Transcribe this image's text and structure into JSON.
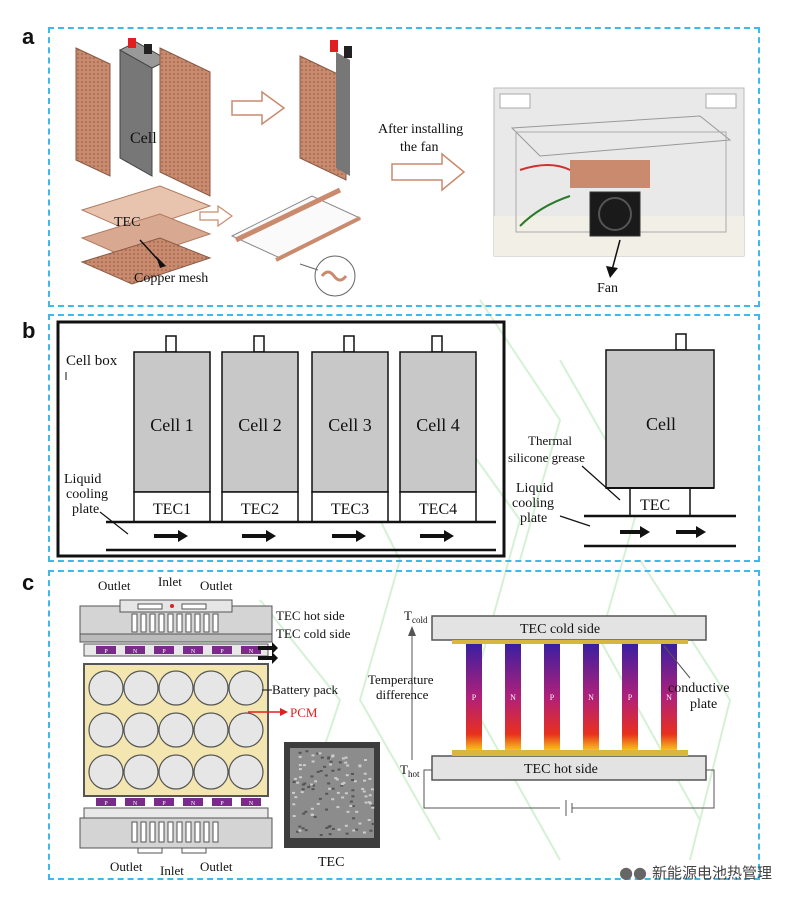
{
  "panels": {
    "a": {
      "label": "a",
      "cell": "Cell",
      "tec": "TEC",
      "copper_mesh": "Copper mesh",
      "after_installing": [
        "After installing",
        "the fan"
      ],
      "fan": "Fan"
    },
    "b": {
      "label": "b",
      "cell_box": "Cell box",
      "cells": [
        "Cell 1",
        "Cell 2",
        "Cell 3",
        "Cell 4"
      ],
      "tecs": [
        "TEC1",
        "TEC2",
        "TEC3",
        "TEC4"
      ],
      "liquid_cooling_plate": [
        "Liquid",
        "cooling",
        "plate"
      ],
      "right_cell": "Cell",
      "right_tec": "TEC",
      "thermal_grease": [
        "Thermal",
        "silicone grease"
      ],
      "right_liquid": [
        "Liquid",
        "cooling",
        "plate"
      ]
    },
    "c": {
      "label": "c",
      "outlet": "Outlet",
      "inlet": "Inlet",
      "tec_hot_side": "TEC hot side",
      "tec_cold_side": "TEC cold side",
      "battery_pack": "Battery pack",
      "pcm": "PCM",
      "tec_photo_label": "TEC",
      "t_cold": "T",
      "t_cold_sub": "cold",
      "t_hot": "T",
      "t_hot_sub": "hot",
      "temp_diff": [
        "Temperature",
        "difference"
      ],
      "cold_plate_label": "TEC cold side",
      "hot_plate_label": "TEC hot side",
      "conductive_plate": [
        "conductive",
        "plate"
      ],
      "pn_labels": [
        "P",
        "N",
        "P",
        "N",
        "P",
        "N"
      ]
    }
  },
  "watermark": "新能源电池热管理",
  "colors": {
    "panel_border": "#3fb8ea",
    "copper": "#c98a6e",
    "cell_gray": "#c8c8c8",
    "pcm_yellow": "#f3e6b0",
    "pcm_red": "#e02020",
    "watermark_green": "#b6e8b6"
  }
}
